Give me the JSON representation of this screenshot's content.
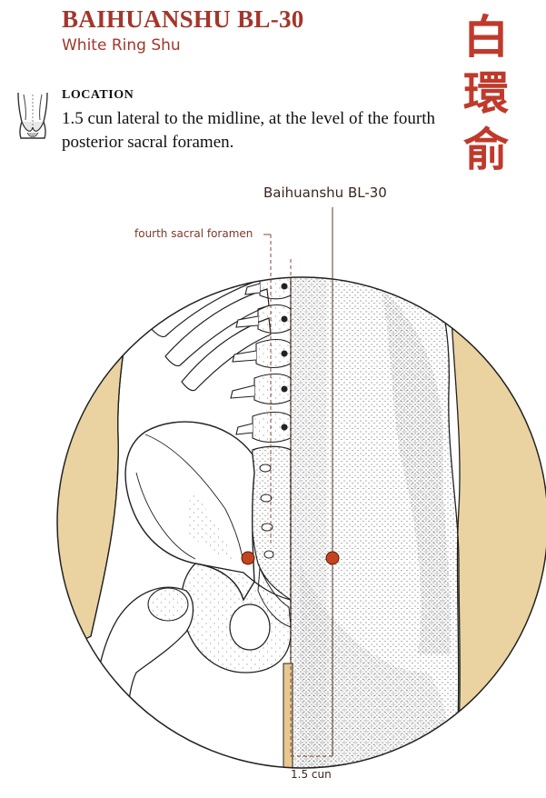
{
  "header": {
    "title": "BAIHUANSHU BL-30",
    "subtitle": "White Ring Shu",
    "chinese_chars": [
      "白",
      "環",
      "俞"
    ]
  },
  "location": {
    "heading": "LOCATION",
    "description": "1.5 cun lateral to the midline, at the level of the fourth posterior sacral foramen."
  },
  "diagram": {
    "point_label": "Baihuanshu BL-30",
    "foramen_label": "fourth sacral foramen",
    "measure_label": "1.5 cun",
    "colors": {
      "accent": "#a3362b",
      "point": "#c4441f",
      "skin_side": "#ead3a0",
      "guide_line": "#8a4a3a"
    }
  }
}
